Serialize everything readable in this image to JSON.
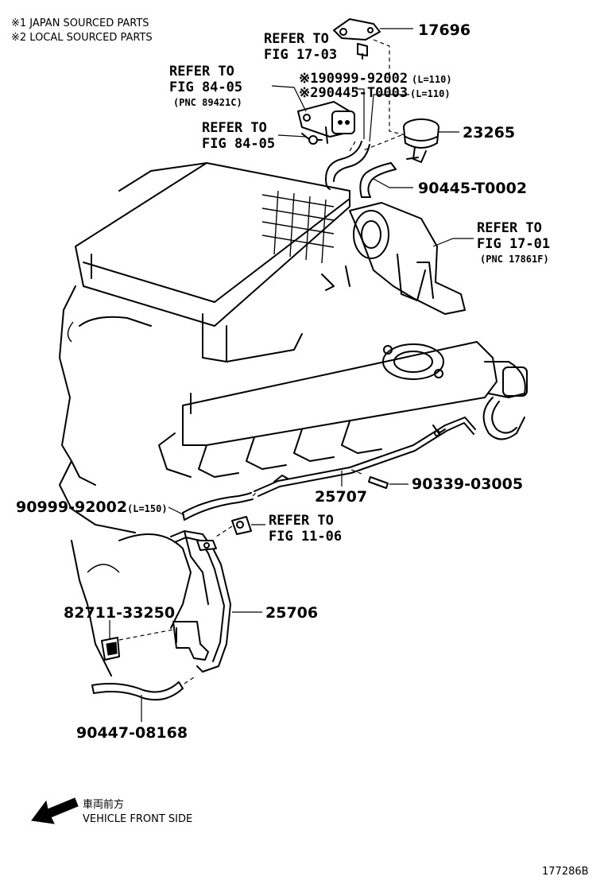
{
  "notes": {
    "japan": "※1 JAPAN SOURCED PARTS",
    "local": "※2 LOCAL SOURCED PARTS"
  },
  "parts": {
    "p17696": "17696",
    "p23265": "23265",
    "p90999_92002_top": "※190999-92002",
    "p90999_92002_top_len": "(L=110)",
    "p90445_T0003": "※290445-T0003",
    "p90445_T0003_len": "(L=110)",
    "p90445_T0002": "90445-T0002",
    "p25707": "25707",
    "p90339_03005": "90339-03005",
    "p90999_92002_low": "90999-92002",
    "p90999_92002_low_len": "(L=150)",
    "p82711_33250": "82711-33250",
    "p25706": "25706",
    "p90447_08168": "90447-08168"
  },
  "refs": {
    "fig17_03": {
      "line1": "REFER TO",
      "line2": "FIG 17-03"
    },
    "fig84_05_a": {
      "line1": "REFER TO",
      "line2": "FIG 84-05",
      "pnc": "(PNC 89421C)"
    },
    "fig84_05_b": {
      "line1": "REFER TO",
      "line2": "FIG 84-05"
    },
    "fig17_01": {
      "line1": "REFER TO",
      "line2": "FIG 17-01",
      "pnc": "(PNC 17861F)"
    },
    "fig11_06": {
      "line1": "REFER TO",
      "line2": "FIG 11-06"
    }
  },
  "direction": {
    "jp": "車両前方",
    "en": "VEHICLE FRONT SIDE"
  },
  "figure_id": "177286B"
}
